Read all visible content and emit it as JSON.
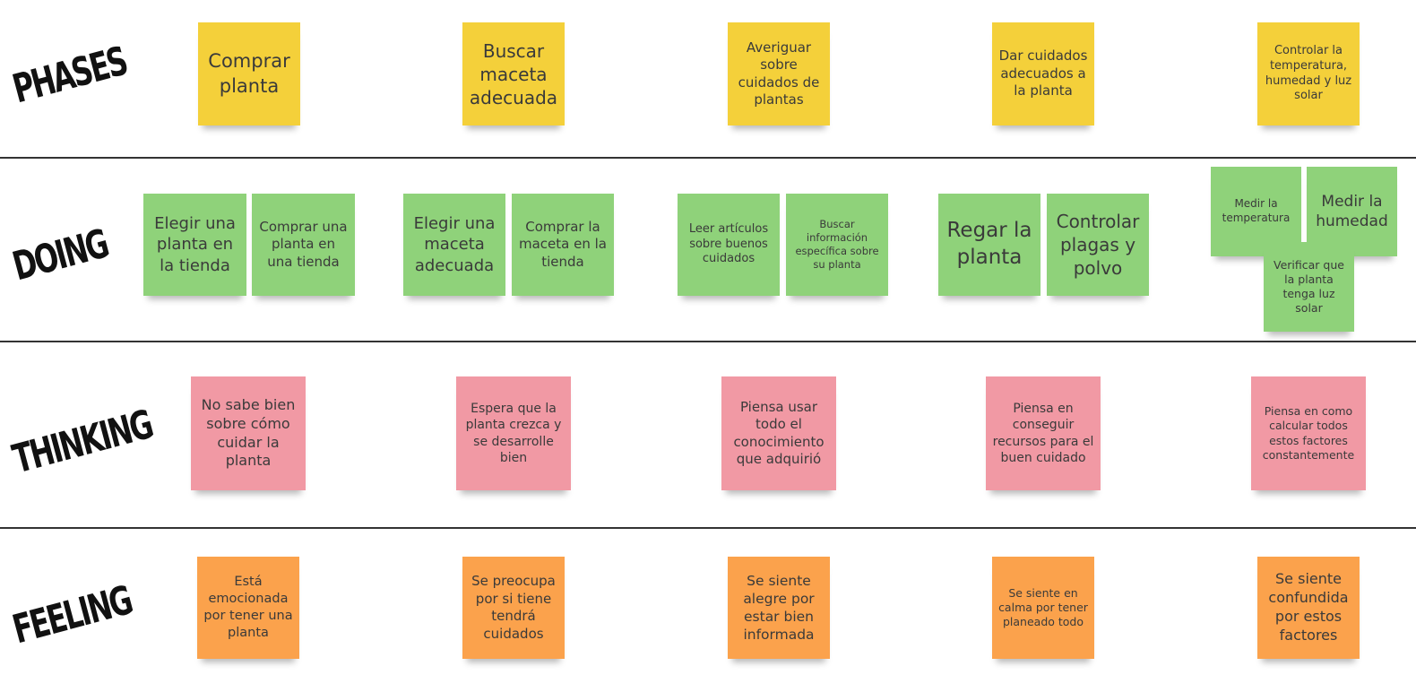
{
  "colors": {
    "yellow": "#f4d03a",
    "green": "#8fd27a",
    "pink": "#f199a4",
    "orange": "#fba24c"
  },
  "rows": {
    "phases": {
      "label": "PHASES"
    },
    "doing": {
      "label": "DOING"
    },
    "thinking": {
      "label": "THINKING"
    },
    "feeling": {
      "label": "FEELING"
    }
  },
  "notes": {
    "phase_1": "Comprar planta",
    "phase_2": "Buscar maceta adecuada",
    "phase_3": "Averiguar sobre cuidados de plantas",
    "phase_4": "Dar cuidados adecuados a la planta",
    "phase_5": "Controlar la temperatura, humedad y luz solar",
    "doing_1a": "Elegir una planta en la tienda",
    "doing_1b": "Comprar una planta en una tienda",
    "doing_2a": "Elegir una maceta adecuada",
    "doing_2b": "Comprar la maceta en la tienda",
    "doing_3a": "Leer artículos sobre buenos cuidados",
    "doing_3b": "Buscar información específica sobre su planta",
    "doing_4a": "Regar la planta",
    "doing_4b": "Controlar plagas y polvo",
    "doing_5a": "Medir la temperatura",
    "doing_5b": "Medir la humedad",
    "doing_5c": "Verificar que la planta tenga luz solar",
    "thinking_1": "No sabe bien sobre cómo cuidar la planta",
    "thinking_2": "Espera que la planta crezca y se desarrolle bien",
    "thinking_3": "Piensa usar todo el conocimiento que adquirió",
    "thinking_4": "Piensa en conseguir recursos para el buen cuidado",
    "thinking_5": "Piensa en como calcular todos estos factores constantemente",
    "feeling_1": "Está emocionada por tener una planta",
    "feeling_2": "Se preocupa por si tiene tendrá cuidados",
    "feeling_3": "Se siente alegre por estar bien informada",
    "feeling_4": "Se siente en calma por tener planeado todo",
    "feeling_5": "Se siente confundida por estos factores"
  }
}
